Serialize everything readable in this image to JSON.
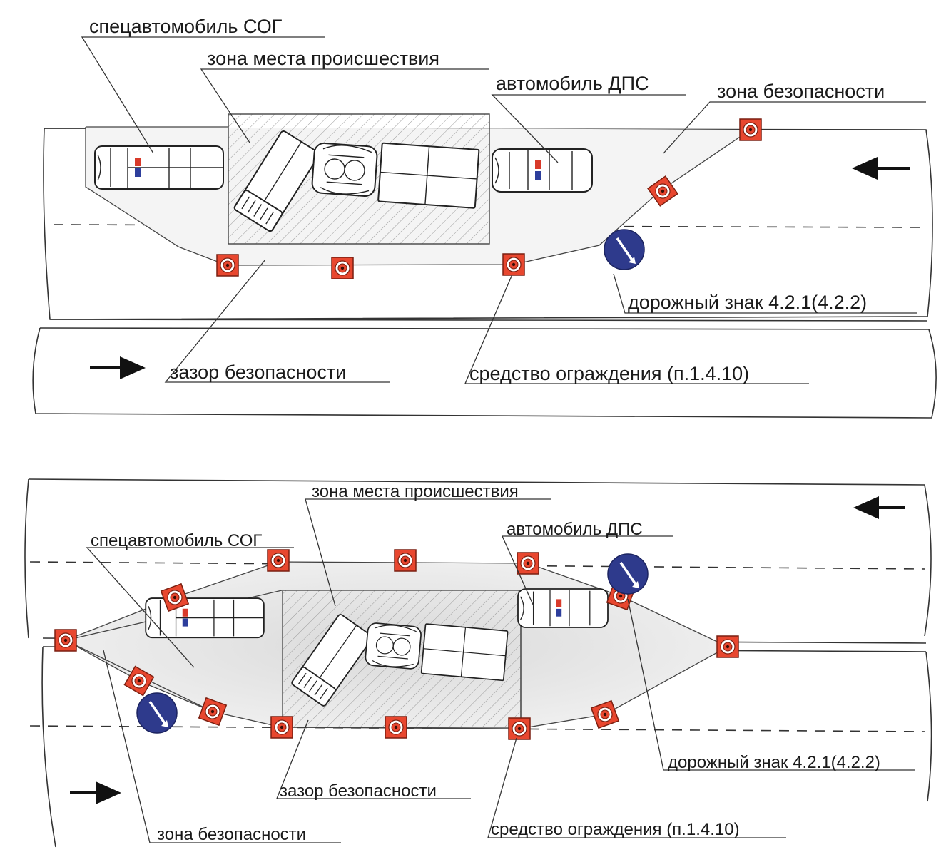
{
  "colors": {
    "marker_fill": "#e8472f",
    "marker_stroke": "#7a1f10",
    "sign_fill": "#2e3a8c",
    "hatch": "#9a9a9a",
    "zone_shade": "#e6e6e6",
    "beacon_red": "#d83a2a",
    "beacon_blue": "#2d3e9c"
  },
  "icons": {
    "barrier": "barrier-marker-icon",
    "sign": "road-sign-4-2-1-icon",
    "direction": "direction-arrow-icon"
  },
  "diagram_top": {
    "labels": {
      "sog_vehicle": "спецавтомобиль СОГ",
      "incident_zone": "зона места происшествия",
      "dps_vehicle": "автомобиль ДПС",
      "safety_zone": "зона безопасности",
      "road_sign": "дорожный знак 4.2.1(4.2.2)",
      "safety_gap": "зазор безопасности",
      "barrier_device": "средство ограждения (п.1.4.10)"
    }
  },
  "diagram_bottom": {
    "labels": {
      "incident_zone": "зона места происшествия",
      "sog_vehicle": "спецавтомобиль СОГ",
      "dps_vehicle": "автомобиль ДПС",
      "road_sign": "дорожный знак 4.2.1(4.2.2)",
      "safety_gap": "зазор безопасности",
      "safety_zone": "зона безопасности",
      "barrier_device": "средство ограждения (п.1.4.10)"
    }
  }
}
